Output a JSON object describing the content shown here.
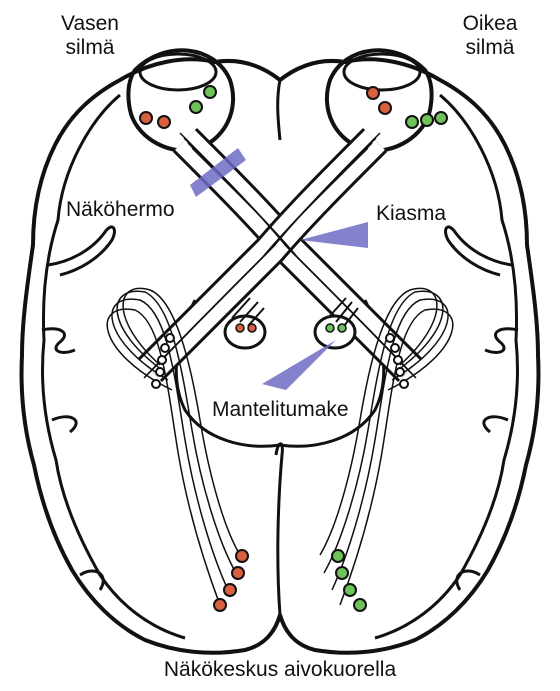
{
  "labels": {
    "left_eye": [
      "Vasen",
      "silmä"
    ],
    "right_eye": [
      "Oikea",
      "silmä"
    ],
    "optic_nerve": "Näköhermo",
    "chiasm": "Kiasma",
    "amygdala": "Mantelitumake",
    "visual_cortex": "Näkökeskus aivokuorella"
  },
  "colors": {
    "outline": "#111111",
    "red_dot": "#d9603f",
    "green_dot": "#6ec25a",
    "pointer": "#6f6cc4",
    "background": "#ffffff"
  }
}
